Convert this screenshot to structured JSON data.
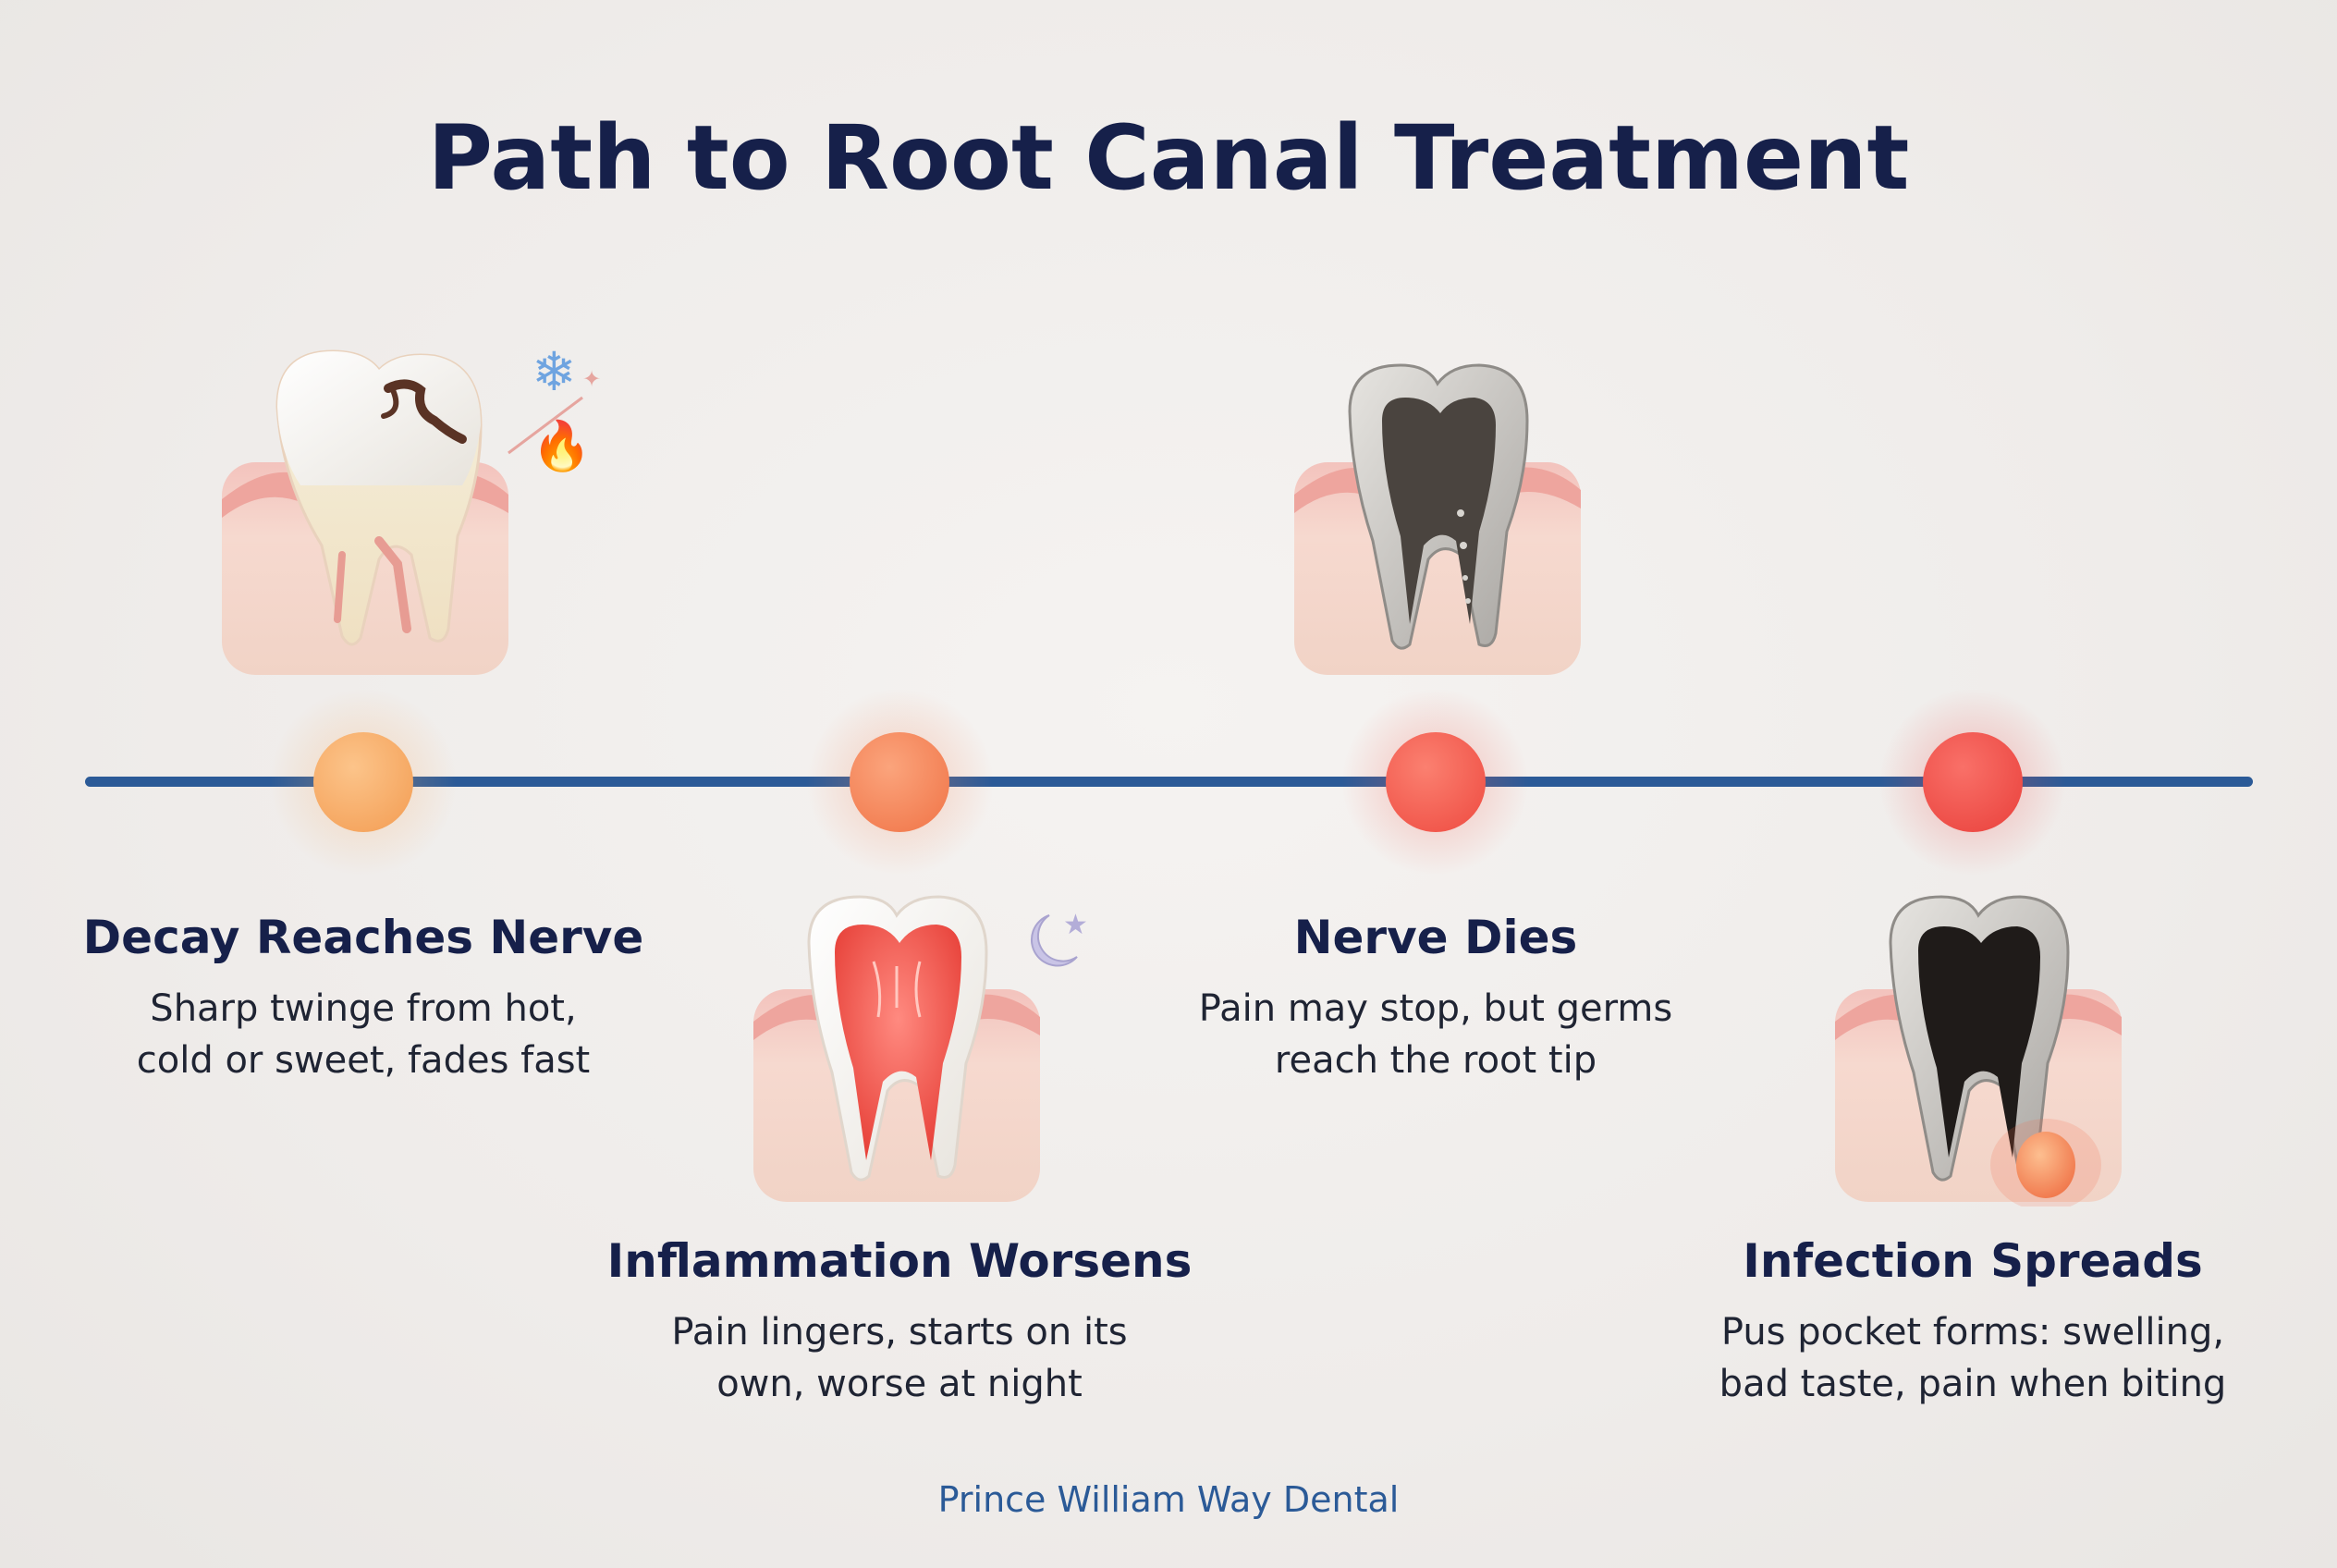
{
  "title": "Path to Root Canal Treatment",
  "colors": {
    "timeline": "#2b5a97",
    "title": "#16204a",
    "stage1_node": "#f6ad6a",
    "stage2_node": "#f5895f",
    "stage3_node": "#f46355",
    "stage4_node": "#f0504d"
  },
  "stages": [
    {
      "title": "Decay Reaches Nerve",
      "desc_line1": "Sharp twinge from hot,",
      "desc_line2": "cold or sweet, fades fast"
    },
    {
      "title": "Inflammation Worsens",
      "desc_line1": "Pain lingers, starts on its",
      "desc_line2": "own, worse at night"
    },
    {
      "title": "Nerve Dies",
      "desc_line1": "Pain may stop, but germs",
      "desc_line2": "reach the root tip"
    },
    {
      "title": "Infection Spreads",
      "desc_line1": "Pus pocket forms: swelling,",
      "desc_line2": "bad taste, pain when biting"
    }
  ],
  "footer": "Prince William Way Dental"
}
